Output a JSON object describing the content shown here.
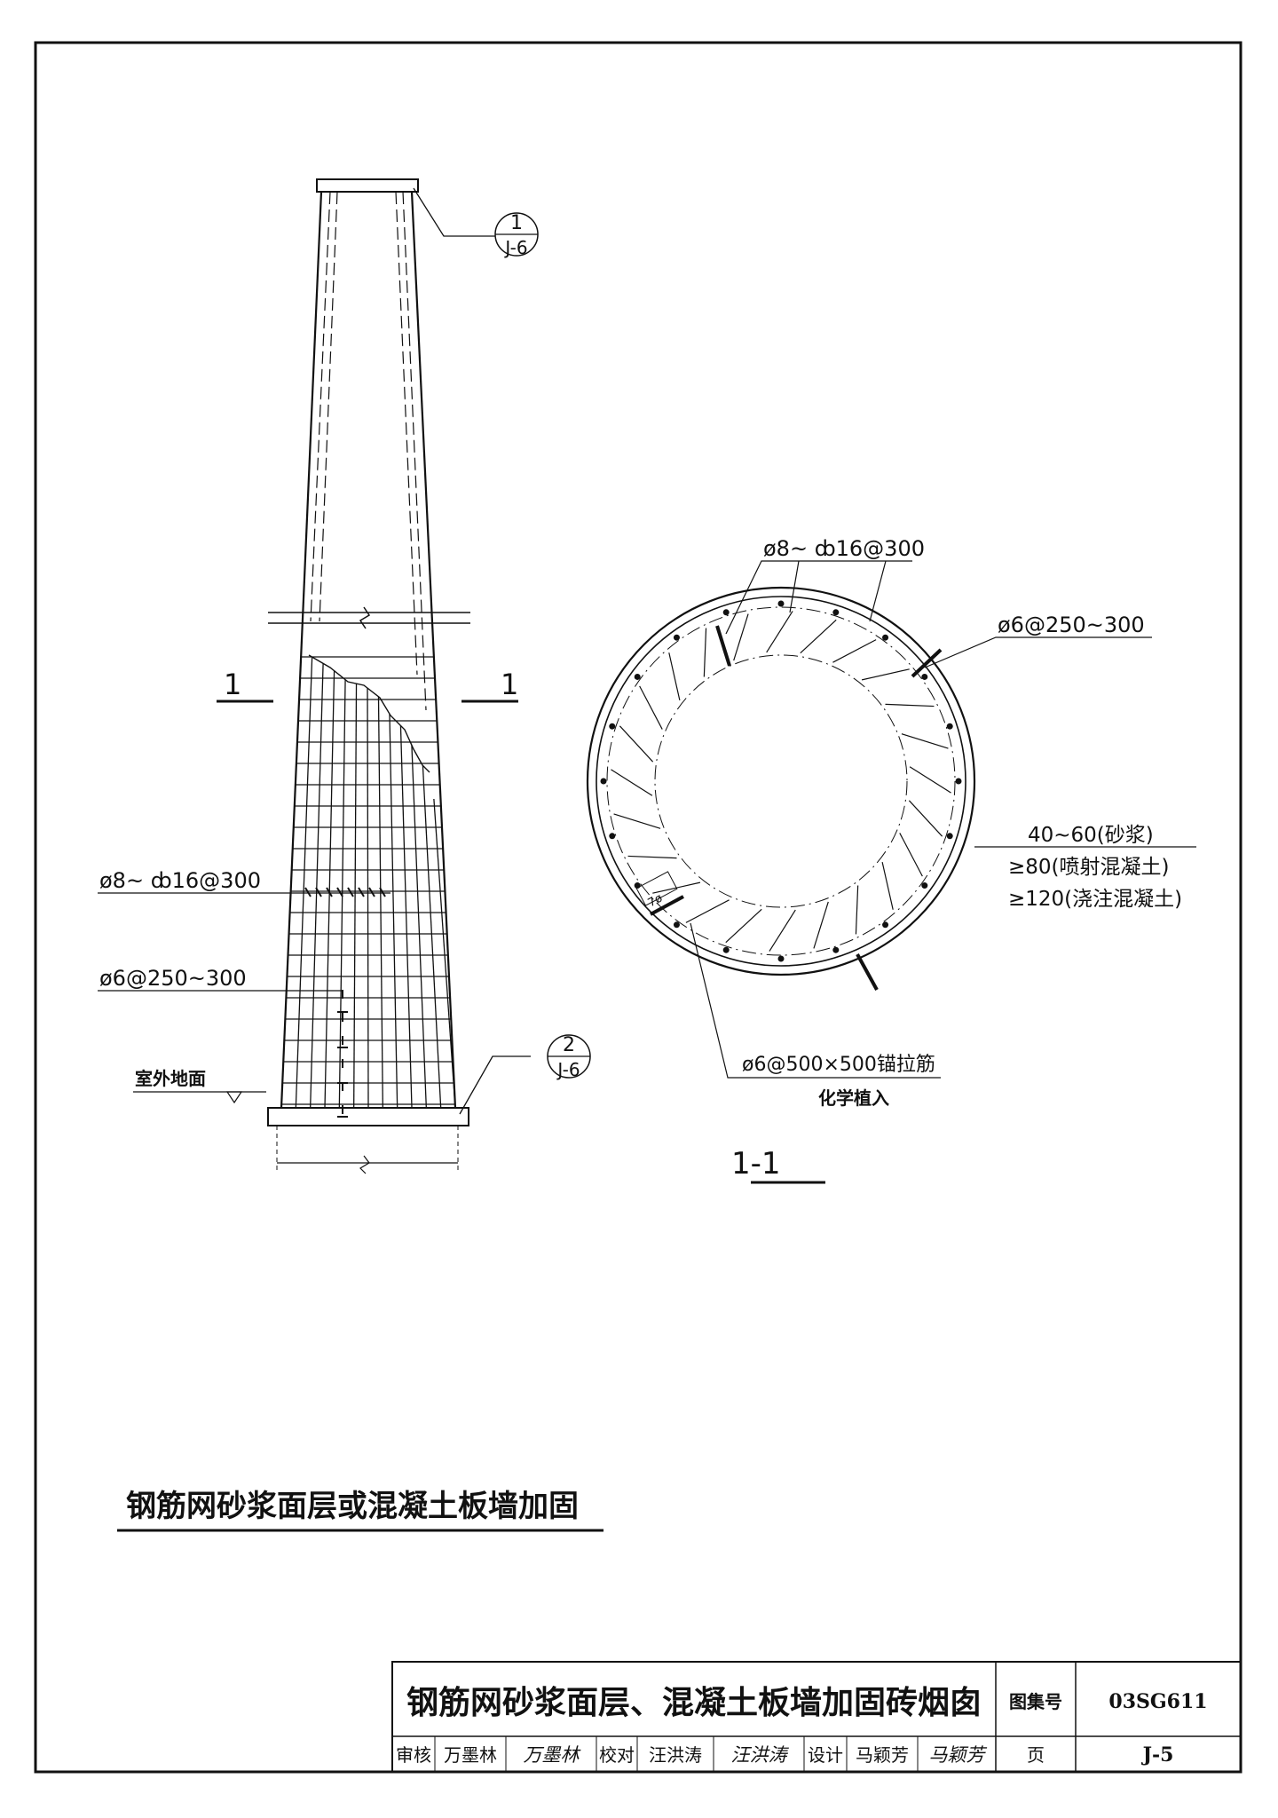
{
  "elevation": {
    "callout_top": {
      "num": "1",
      "ref": "J-6"
    },
    "callout_bottom": {
      "num": "2",
      "ref": "J-6"
    },
    "section_mark_left": "1",
    "section_mark_right": "1",
    "label_vertical_bars": "ø8~ ȸ16@300",
    "label_horizontal_bars": "ø6@250~300",
    "label_ground": "室外地面",
    "caption": "钢筋网砂浆面层或混凝土板墙加固"
  },
  "section": {
    "label_top_bars": "ø8~ ȸ16@300",
    "label_ties": "ø6@250~300",
    "label_thickness_1": "40~60(砂浆)",
    "label_thickness_2": "≥80(喷射混凝土)",
    "label_thickness_3": "≥120(浇注混凝土)",
    "label_anchor_1": "ø6@500×500锚拉筋",
    "label_anchor_2": "化学植入",
    "label_hook": "7ø",
    "title": "1-1"
  },
  "title_block": {
    "drawing_title": "钢筋网砂浆面层、混凝土板墙加固砖烟囱",
    "atlas_no_label": "图集号",
    "atlas_no": "03SG611",
    "review_label": "审核",
    "review_name": "万墨林",
    "review_sign": "万墨林",
    "check_label": "校对",
    "check_name": "汪洪涛",
    "check_sign": "汪洪涛",
    "design_label": "设计",
    "design_name": "马颖芳",
    "design_sign": "马颖芳",
    "page_label": "页",
    "page_no": "J-5"
  }
}
